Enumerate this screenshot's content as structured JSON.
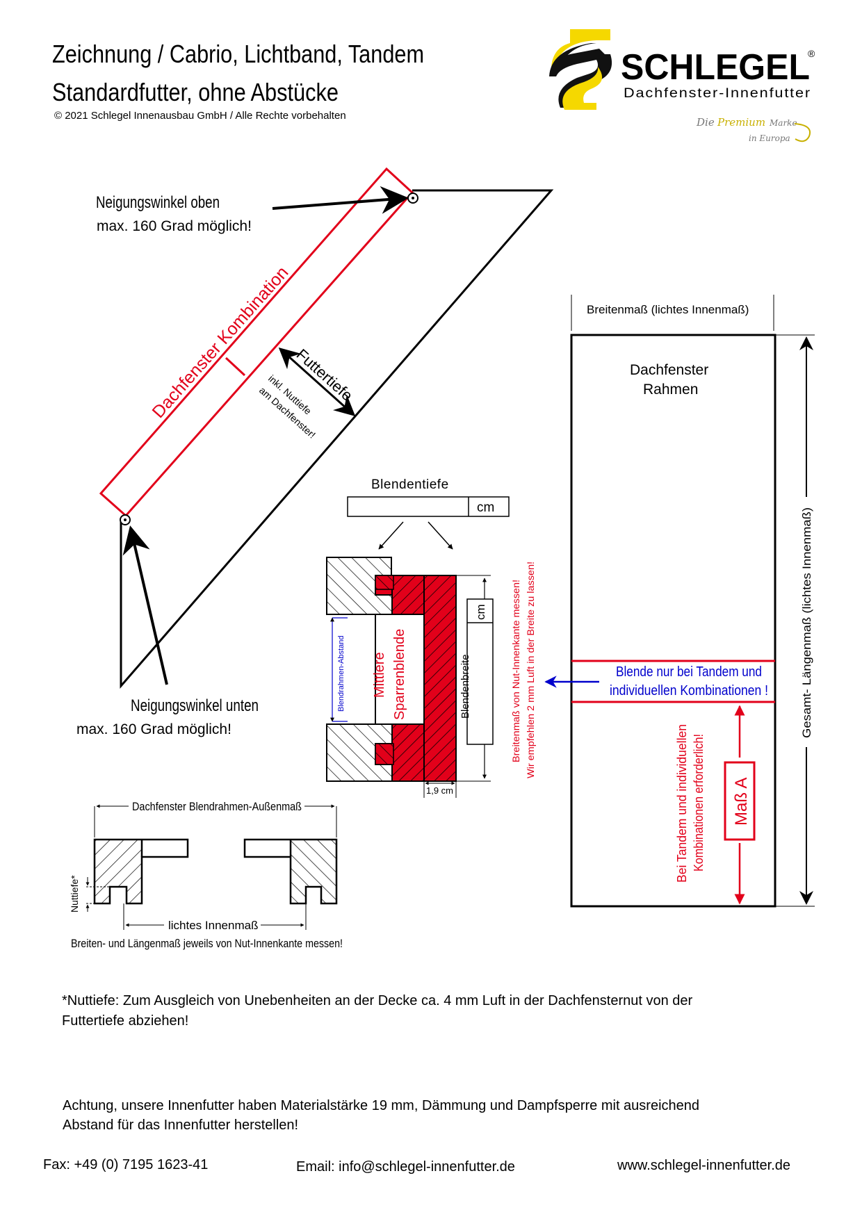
{
  "header": {
    "title_line1": "Zeichnung / Cabrio, Lichtband, Tandem",
    "title_line2": "Standardfutter, ohne Abstücke",
    "copyright": "© 2021 Schlegel Innenausbau GmbH / Alle Rechte vorbehalten"
  },
  "logo": {
    "brand": "SCHLEGEL",
    "registered": "®",
    "subtitle": "Dachfenster-Innenfutter",
    "tagline_die": "Die",
    "tagline_premium": "Premium",
    "tagline_marke": "Marke",
    "tagline_europa": "in Europa",
    "colors": {
      "yellow": "#f5d800",
      "black": "#111111",
      "premium": "#c8b000"
    }
  },
  "slope": {
    "angle_top_line1": "Neigungswinkel oben",
    "angle_top_line2": "max. 160 Grad möglich!",
    "angle_bottom_line1": "Neigungswinkel unten",
    "angle_bottom_line2": "max. 160 Grad möglich!",
    "window_label": "Dachfenster Kombination",
    "depth_label": "Futtertiefe",
    "depth_note_line1": "inkl. Nuttiefe",
    "depth_note_line2": "am Dachfenster!"
  },
  "section": {
    "blendentiefe_label": "Blendentiefe",
    "blendentiefe_unit": "cm",
    "blendrahmen_abstand": "Blendrahmen-Abstand",
    "center_label_line1": "Mittlere",
    "center_label_line2": "Sparrenblende",
    "blendenbreite_label": "Blendenbreite",
    "blendenbreite_unit": "cm",
    "thickness": "1,9 cm",
    "note_line1": "Breitenmaß von Nut-Innenkante messen!",
    "note_line2": "Wir empfehlen 2 mm Luft in der Breite zu lassen!"
  },
  "frame": {
    "width_label": "Breitenmaß (lichtes Innenmaß)",
    "title_line1": "Dachfenster",
    "title_line2": "Rahmen",
    "blende_line1": "Blende nur bei Tandem und",
    "blende_line2": "individuellen  Kombinationen !",
    "total_length_label": "Gesamt- Längenmaß (lichtes Innenmaß)",
    "required_line1": "Bei Tandem und individuellen",
    "required_line2": "Kombinationen erforderlich!",
    "mass_a": "Maß A"
  },
  "profile": {
    "outer_label": "Dachfenster Blendrahmen-Außenmaß",
    "nuttiefe_label": "Nuttiefe*",
    "inner_label": "lichtes Innenmaß",
    "measure_note": "Breiten- und Längenmaß jeweils von Nut-Innenkante messen!"
  },
  "notes": {
    "nuttiefe_line1": "*Nuttiefe: Zum Ausgleich von Unebenheiten an der Decke ca. 4 mm Luft in der Dachfensternut von der",
    "nuttiefe_line2": "Futtertiefe abziehen!",
    "achtung_line1": "Achtung, unsere Innenfutter haben Materialstärke 19 mm, Dämmung und Dampfsperre mit ausreichend",
    "achtung_line2": "Abstand für das Innenfutter herstellen!"
  },
  "footer": {
    "fax": "Fax: +49 (0) 7195 1623-41",
    "email": "Email: info@schlegel-innenfutter.de",
    "web": "www.schlegel-innenfutter.de"
  },
  "colors": {
    "red": "#e2001a",
    "blue": "#0000cc",
    "black": "#000000"
  }
}
